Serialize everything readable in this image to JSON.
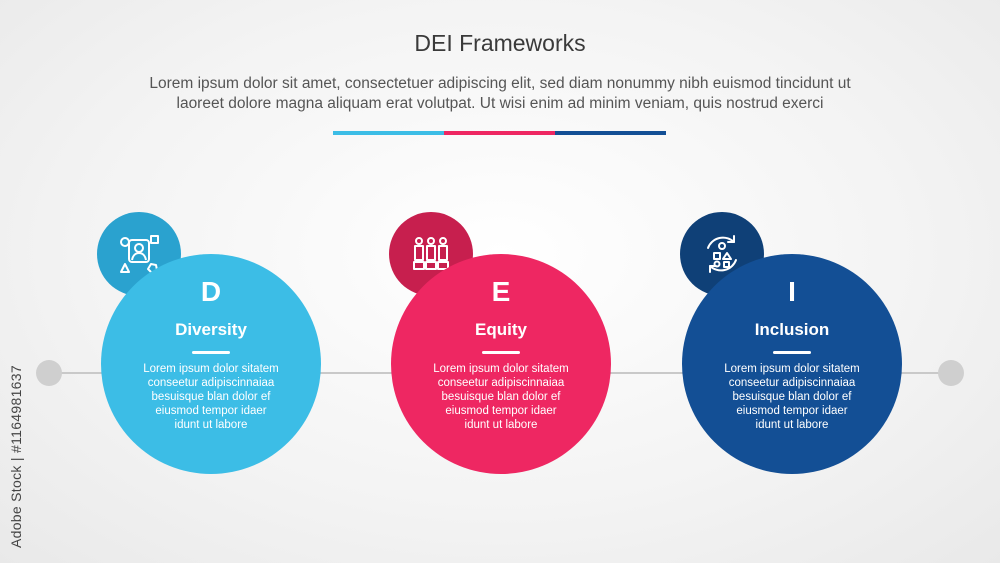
{
  "header": {
    "title": "DEI Frameworks",
    "subtitle_line1": "Lorem ipsum dolor sit amet, consectetuer adipiscing elit, sed diam nonummy nibh euismod tincidunt ut",
    "subtitle_line2": "laoreet dolore magna aliquam erat volutpat. Ut wisi enim ad minim veniam, quis nostrud exerci"
  },
  "colors": {
    "diversity": "#3cbde6",
    "diversity_dark": "#2aa2cf",
    "equity": "#ee2762",
    "equity_dark": "#c71f4e",
    "inclusion": "#134f95",
    "inclusion_dark": "#0f4077"
  },
  "items": [
    {
      "letter": "D",
      "name": "Diversity",
      "icon": "diversity-shapes-icon",
      "desc": [
        "Lorem ipsum dolor sitatem",
        "conseetur adipiscinnaiaa",
        "besuisque blan dolor ef",
        "eiusmod tempor idaer",
        "idunt ut labore"
      ]
    },
    {
      "letter": "E",
      "name": "Equity",
      "icon": "equity-people-icon",
      "desc": [
        "Lorem ipsum dolor sitatem",
        "conseetur adipiscinnaiaa",
        "besuisque blan dolor ef",
        "eiusmod tempor idaer",
        "idunt ut labore"
      ]
    },
    {
      "letter": "I",
      "name": "Inclusion",
      "icon": "inclusion-cycle-icon",
      "desc": [
        "Lorem ipsum dolor sitatem",
        "conseetur adipiscinnaiaa",
        "besuisque blan dolor ef",
        "eiusmod tempor idaer",
        "idunt ut labore"
      ]
    }
  ],
  "watermark": "Adobe Stock | #1164981637"
}
